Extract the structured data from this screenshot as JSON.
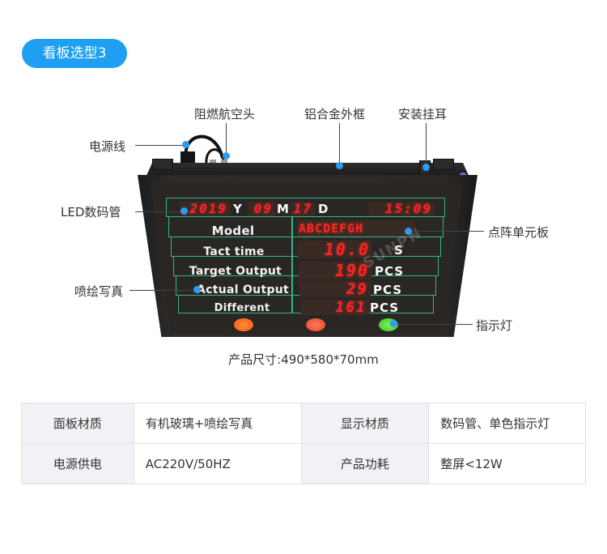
{
  "tag": {
    "label": "看板选型3",
    "color": "#1e9ff2"
  },
  "callouts": {
    "power_cord": "电源线",
    "aviation_connector": "阻燃航空头",
    "aluminum_frame": "铝合金外框",
    "mounting_ear": "安装挂耳",
    "led_digit_tube": "LED数码管",
    "dot_matrix_board": "点阵单元板",
    "inkjet_print": "喷绘写真",
    "indicator_light": "指示灯"
  },
  "board": {
    "date": {
      "year": "2019",
      "year_unit": "Y",
      "month": "09",
      "month_unit": "M",
      "day": "17",
      "day_unit": "D",
      "time": "15:09"
    },
    "rows": [
      {
        "label": "Model",
        "value": "ABCDEFGH",
        "unit": ""
      },
      {
        "label": "Tact time",
        "value": "10.0",
        "unit": "S"
      },
      {
        "label": "Target Output",
        "value": "190",
        "unit": "PCS"
      },
      {
        "label": "Actual Output",
        "value": "29",
        "unit": "PCS"
      },
      {
        "label": "Different",
        "value": "161",
        "unit": "PCS"
      }
    ],
    "lamps": [
      {
        "color": "#ff6a1a"
      },
      {
        "color": "#f25a3a"
      },
      {
        "color": "#54d23a"
      }
    ],
    "watermark": "SUNPN"
  },
  "dimensions": "产品尺寸:490*580*70mm",
  "specs": [
    [
      {
        "key": "面板材质",
        "value": "有机玻璃+喷绘写真"
      },
      {
        "key": "显示材质",
        "value": "数码管、单色指示灯"
      }
    ],
    [
      {
        "key": "电源供电",
        "value": "AC220V/50HZ"
      },
      {
        "key": "产品功耗",
        "value": "整屏<12W"
      }
    ]
  ]
}
